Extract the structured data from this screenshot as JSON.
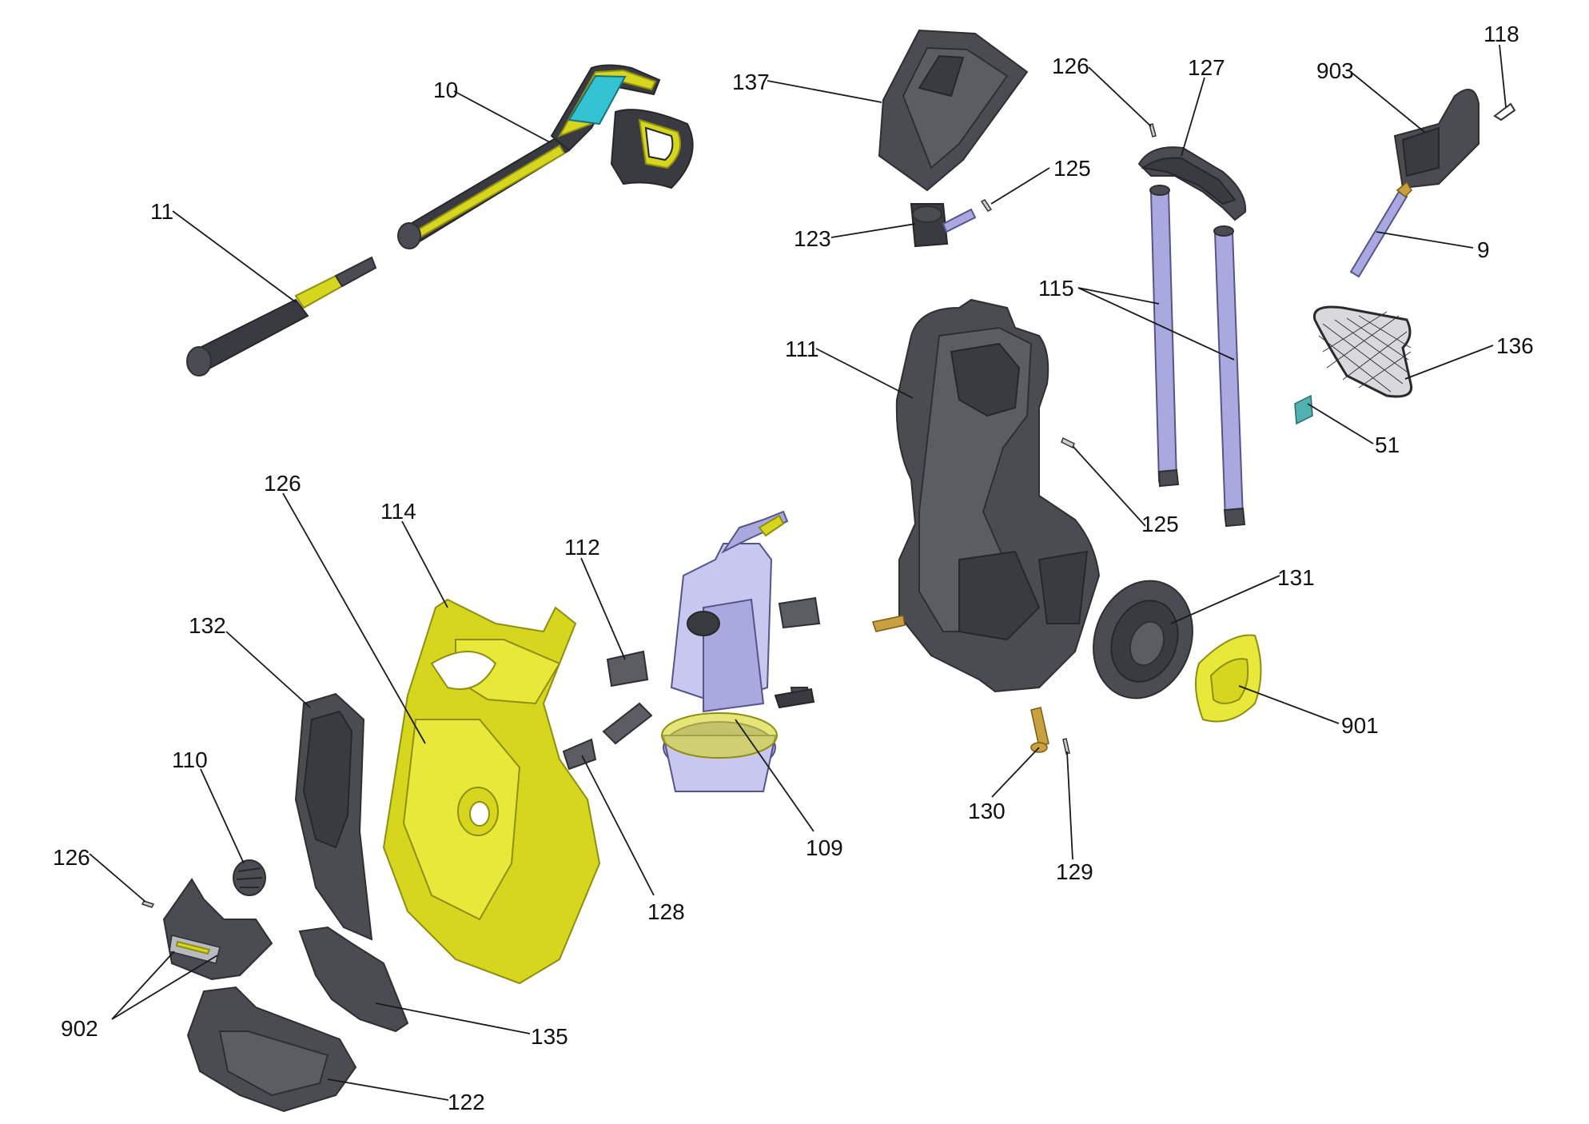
{
  "diagram": {
    "part_numbers": [
      {
        "key": "p10",
        "text": "10"
      },
      {
        "key": "p11",
        "text": "11"
      },
      {
        "key": "p137",
        "text": "137"
      },
      {
        "key": "p123",
        "text": "123"
      },
      {
        "key": "p125a",
        "text": "125"
      },
      {
        "key": "p126a",
        "text": "126"
      },
      {
        "key": "p127",
        "text": "127"
      },
      {
        "key": "p903",
        "text": "903"
      },
      {
        "key": "p118",
        "text": "118"
      },
      {
        "key": "p9",
        "text": "9"
      },
      {
        "key": "p115",
        "text": "115"
      },
      {
        "key": "p136",
        "text": "136"
      },
      {
        "key": "p51",
        "text": "51"
      },
      {
        "key": "p111",
        "text": "111"
      },
      {
        "key": "p125b",
        "text": "125"
      },
      {
        "key": "p131",
        "text": "131"
      },
      {
        "key": "p901",
        "text": "901"
      },
      {
        "key": "p130",
        "text": "130"
      },
      {
        "key": "p129",
        "text": "129"
      },
      {
        "key": "p126b",
        "text": "126"
      },
      {
        "key": "p114",
        "text": "114"
      },
      {
        "key": "p112",
        "text": "112"
      },
      {
        "key": "p132",
        "text": "132"
      },
      {
        "key": "p110",
        "text": "110"
      },
      {
        "key": "p109",
        "text": "109"
      },
      {
        "key": "p128",
        "text": "128"
      },
      {
        "key": "p126c",
        "text": "126"
      },
      {
        "key": "p902",
        "text": "902"
      },
      {
        "key": "p135",
        "text": "135"
      },
      {
        "key": "p122",
        "text": "122"
      }
    ],
    "colors": {
      "housing_gray": "#4b4c52",
      "accent_yellow": "#d6d61e",
      "pump_lavender": "#a9a9e0",
      "display_cyan": "#34c3d3",
      "fitting_brass": "#c9a040"
    }
  }
}
